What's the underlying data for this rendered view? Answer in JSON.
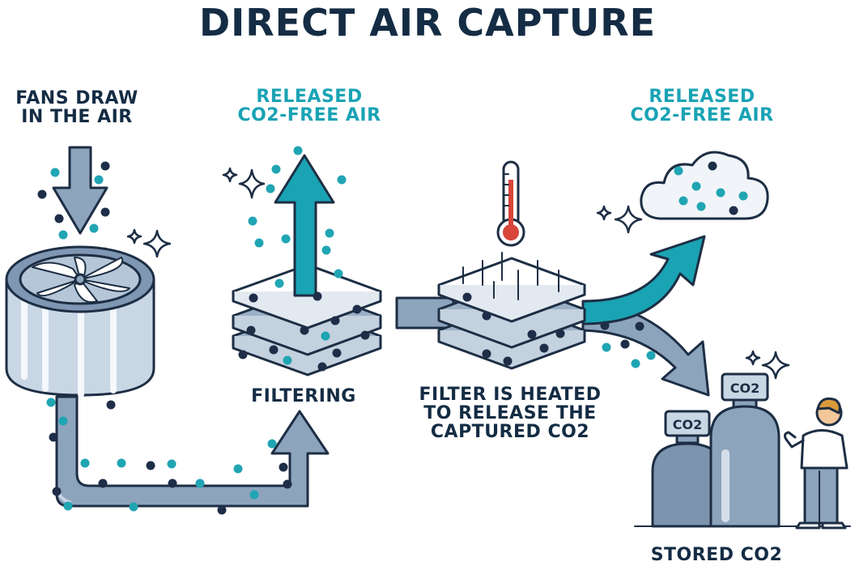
{
  "title": "DIRECT AIR CAPTURE",
  "steps": [
    {
      "id": "fans",
      "line1": "FANS DRAW",
      "line2": "IN THE AIR",
      "line3": ""
    },
    {
      "id": "released-1",
      "line1": "RELEASED",
      "line2": "CO2-FREE AIR",
      "line3": ""
    },
    {
      "id": "released-2",
      "line1": "RELEASED",
      "line2": "CO2-FREE AIR",
      "line3": ""
    },
    {
      "id": "filtering",
      "line1": "FILTERING",
      "line2": "",
      "line3": ""
    },
    {
      "id": "heated",
      "line1": "FILTER IS HEATED",
      "line2": "TO RELEASE THE",
      "line3": "CAPTURED CO2"
    },
    {
      "id": "stored",
      "line1": "STORED CO2",
      "line2": "",
      "line3": ""
    }
  ],
  "tank_labels": {
    "small": "CO2",
    "large": "CO2"
  },
  "icons": [
    "fan-icon",
    "thermometer-icon",
    "cloud-icon",
    "co2-tank-icon",
    "person-icon",
    "sparkle-icon",
    "filter-layers-icon",
    "arrow-icon"
  ],
  "colors": {
    "title_text": "#142c44",
    "teal_text": "#19a3b5",
    "pipe_fill": "#8da4bd",
    "outline": "#1d2e44",
    "teal_arrow": "#1aa3b3",
    "dot_teal": "#20a5b3",
    "dot_dark": "#1e2e48"
  }
}
